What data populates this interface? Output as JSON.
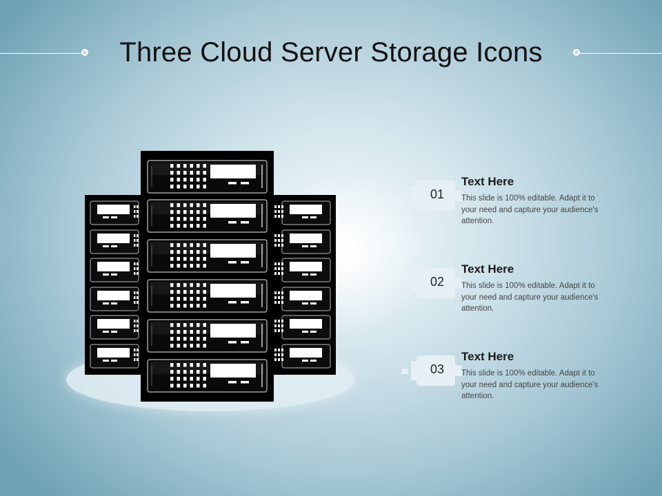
{
  "title": "Three Cloud Server Storage Icons",
  "colors": {
    "background_center": "#f4f9fb",
    "background_edge": "#6fa2b5",
    "rack": "#000000",
    "badge": "#e6f0f4"
  },
  "icons": [
    "server-rack-icon"
  ],
  "items": [
    {
      "number": "01",
      "heading": "Text Here",
      "body": "This slide is 100% editable. Adapt  it to your need and capture your audience's attention."
    },
    {
      "number": "02",
      "heading": "Text Here",
      "body": "This slide is 100% editable. Adapt  it to your need and capture your audience's attention."
    },
    {
      "number": "03",
      "heading": "Text Here",
      "body": "This slide is 100% editable. Adapt  it to your need and capture your audience's attention."
    }
  ]
}
